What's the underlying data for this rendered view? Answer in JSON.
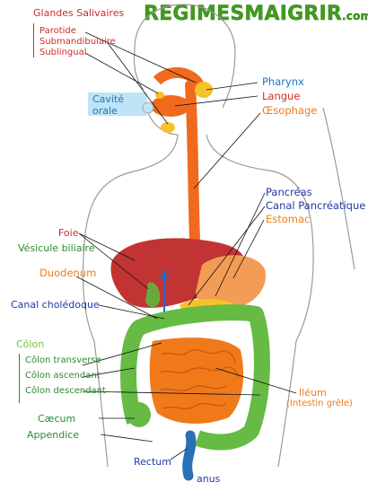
{
  "logo": {
    "main": "REGIMESMAIGRIR",
    "suffix": ".com"
  },
  "labels": {
    "glandes_salivaires": "Glandes Salivaires",
    "parotide": "Parotide",
    "submandibulaire": "Submandibulaire",
    "sublingual": "Sublingual",
    "cavite": "Cavité",
    "orale": "orale",
    "pharynx": "Pharynx",
    "langue": "Langue",
    "oesophage": "Œsophage",
    "pancreas": "Pancréas",
    "canal_pancreatique": "Canal Pancréatique",
    "estomac": "Estomac",
    "foie": "Foie",
    "vesicule": "Vésicule biliaire",
    "duodenum": "Duodenum",
    "canal_choledoque": "Canal cholédoque",
    "colon": "Côlon",
    "colon_transverse": "Côlon transverse",
    "colon_ascendant": "Côlon ascendant",
    "colon_descendant": "Côlon descendant",
    "caecum": "Cæcum",
    "appendice": "Appendice",
    "rectum": "Rectum",
    "anus": "anus",
    "ileum": "Iléum",
    "intestin_grele": "(Intestin grêle)"
  },
  "colors": {
    "outline": "#9a9a9a",
    "oesophagus": "#f06a1e",
    "liver": "#c23434",
    "stomach": "#f39c55",
    "intestine": "#f07a1a",
    "colon": "#66bb44",
    "gland": "#f7c12a",
    "bile_duct": "#2a66c8",
    "rectum": "#2b6fb5"
  }
}
